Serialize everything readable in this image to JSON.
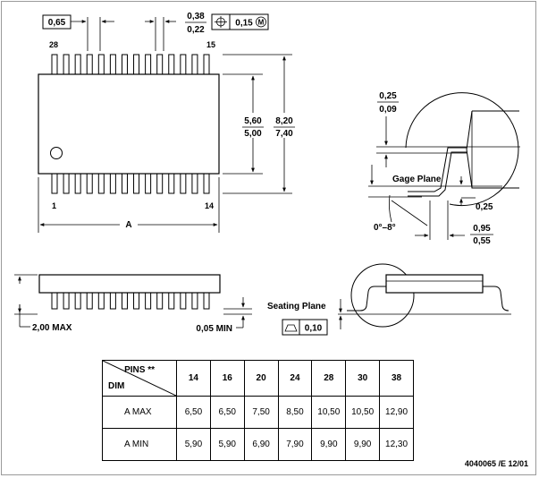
{
  "top_view": {
    "pitch": "0,65",
    "lead_width_max": "0,38",
    "lead_width_min": "0,22",
    "position_tolerance": "0,15",
    "modifier": "M",
    "pin_28": "28",
    "pin_15": "15",
    "pin_1": "1",
    "pin_14": "14",
    "body_width_max": "5,60",
    "body_width_min": "5,00",
    "overall_width_max": "8,20",
    "overall_width_min": "7,40",
    "length_label": "A"
  },
  "detail_view": {
    "lead_thickness_max": "0,25",
    "lead_thickness_min": "0,09",
    "gage_plane": "Gage Plane",
    "gage_value": "0,25",
    "angle": "0°–8°",
    "foot_length_max": "0,95",
    "foot_length_min": "0,55"
  },
  "side_view": {
    "height_max": "2,00 MAX",
    "standoff_min": "0,05 MIN",
    "seating_plane": "Seating Plane",
    "flatness": "0,10"
  },
  "table": {
    "pins_label": "PINS **",
    "dim_label": "DIM",
    "columns": [
      "14",
      "16",
      "20",
      "24",
      "28",
      "30",
      "38"
    ],
    "rows": [
      {
        "label": "A  MAX",
        "values": [
          "6,50",
          "6,50",
          "7,50",
          "8,50",
          "10,50",
          "10,50",
          "12,90"
        ]
      },
      {
        "label": "A  MIN",
        "values": [
          "5,90",
          "5,90",
          "6,90",
          "7,90",
          "9,90",
          "9,90",
          "12,30"
        ]
      }
    ]
  },
  "drawing_code": "4040065 /E 12/01"
}
